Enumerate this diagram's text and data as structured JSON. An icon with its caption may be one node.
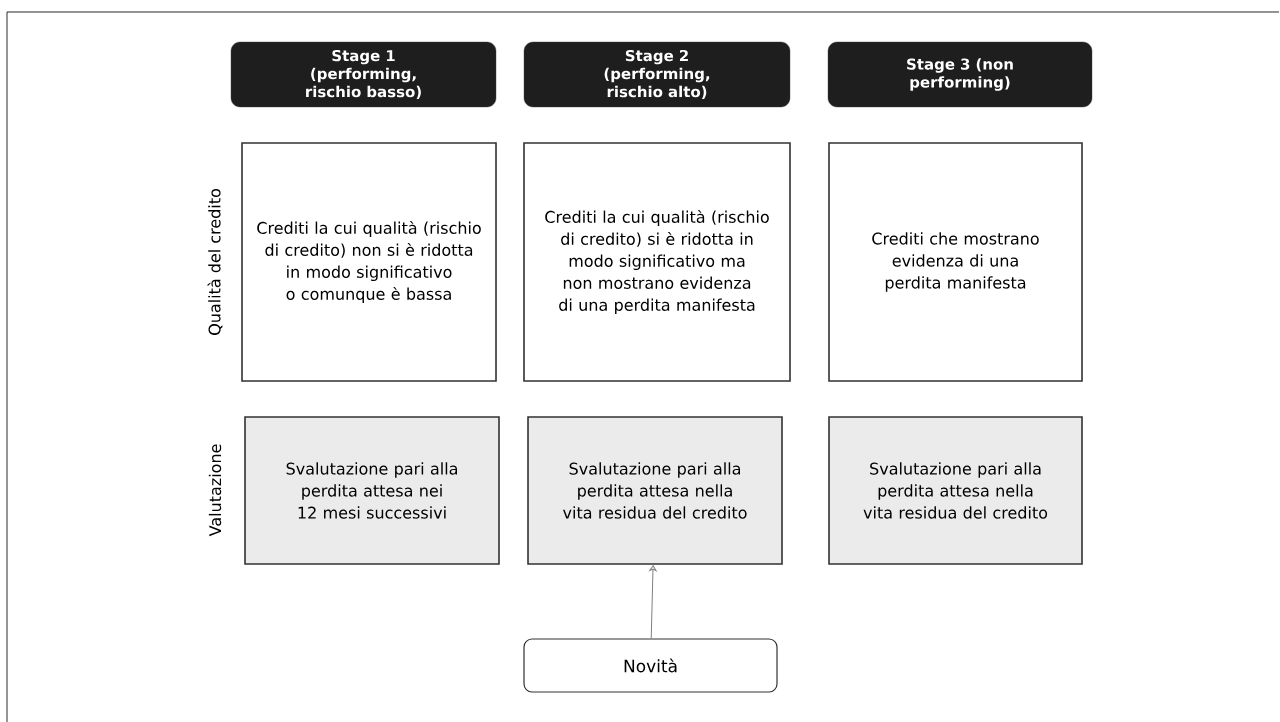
{
  "diagram": {
    "nodes": [
      {
        "text": [
          "Stage 1 (performing, rischio basso)"
        ]
      },
      {
        "text": [
          "Stage 2 (performing, rischio alto)"
        ]
      },
      {
        "text": [
          "Stage 3 (non performing)"
        ]
      },
      {
        "text": [
          "Crediti la cui qualità (rischio di credito) non si è ridotta in modo significativo o comunque è bassa"
        ]
      },
      {
        "text": [
          "Crediti la cui qualità (rischio di credito) si è ridotta in modo significativo ma non mostrano evidenza di una perdita manifesta"
        ]
      },
      {
        "text": [
          "Crediti che mostrano evidenza di una perdita manifesta"
        ]
      },
      {
        "text": [
          "Svalutazione pari alla perdita attesa nei 12 mesi successivi"
        ]
      },
      {
        "text": [
          "Svalutazione pari alla perdita attesa nella vita residua del credito"
        ]
      },
      {
        "text": [
          "Svalutazione pari alla perdita attesa nella vita residua del credito"
        ]
      },
      {
        "text": [
          "Novità"
        ]
      }
    ],
    "edges": [
      {
        "from": 9,
        "to": 7,
        "arrow": "to",
        "color": "#808080"
      }
    ],
    "labels": [
      "Qualità del credito",
      "Valutazione"
    ]
  }
}
